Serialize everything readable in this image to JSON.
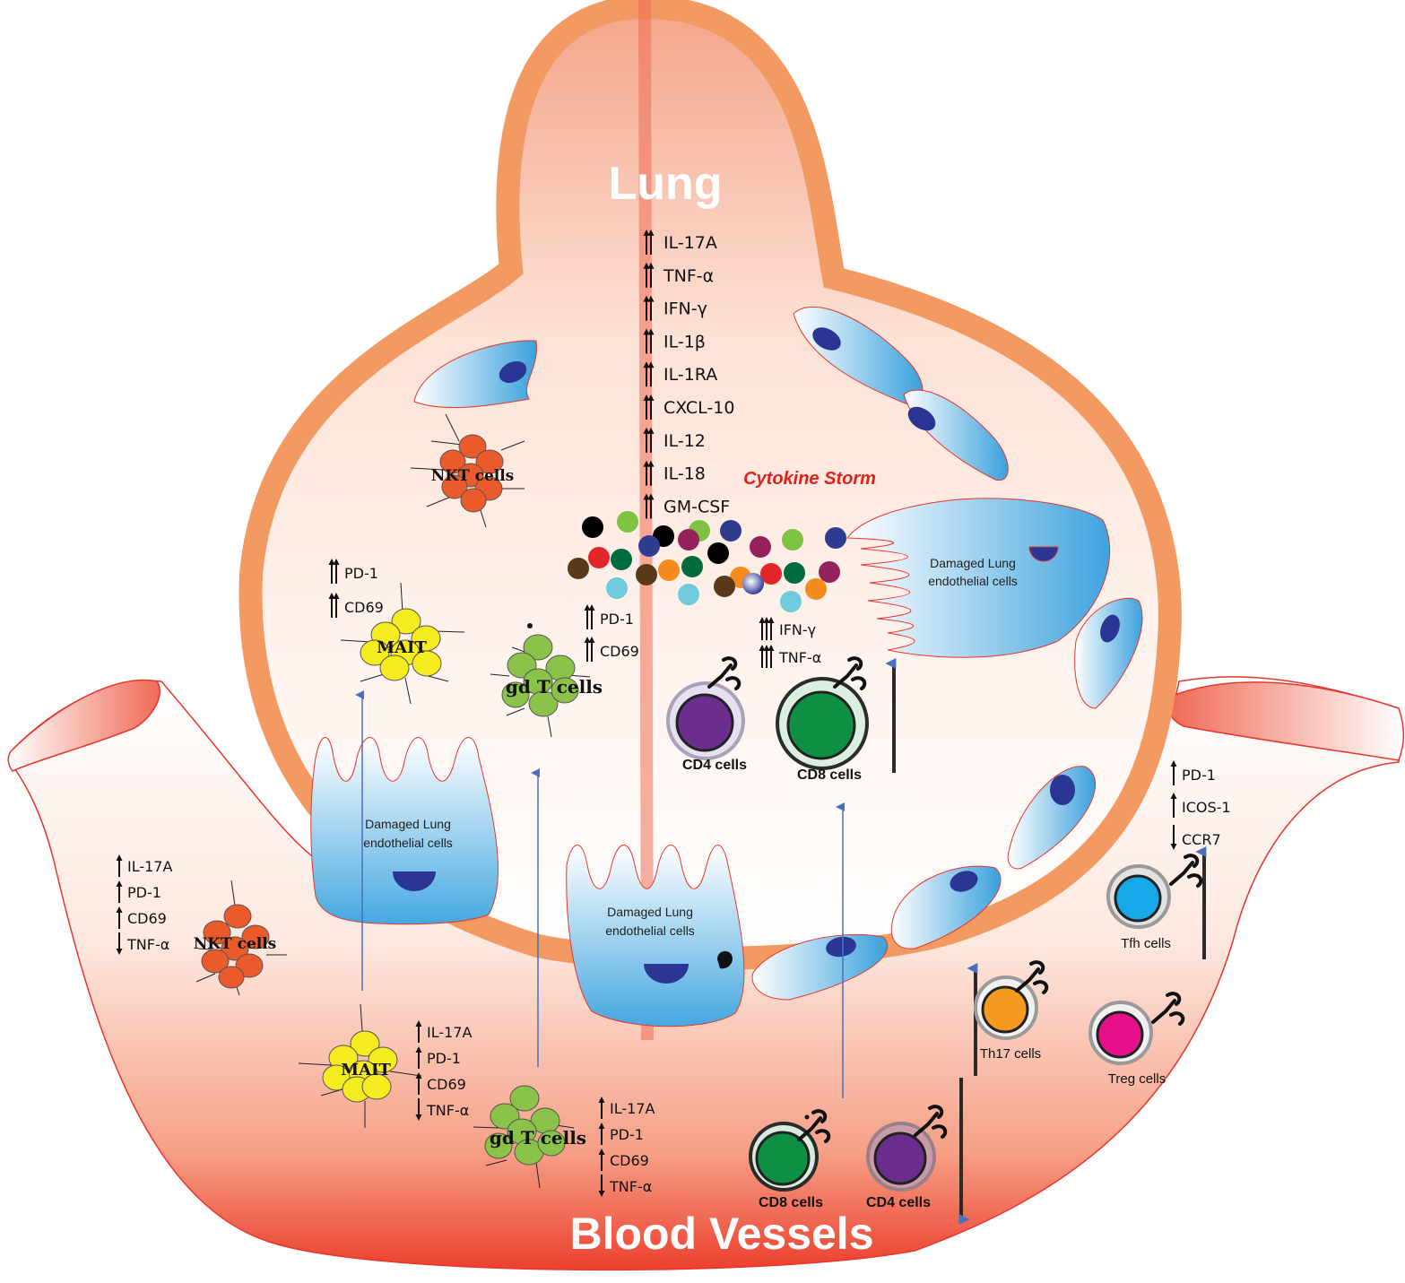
{
  "regions": {
    "lung": "Lung",
    "blood_vessels": "Blood Vessels"
  },
  "cytokine_storm": {
    "label": "Cytokine Storm",
    "cytokines": [
      "IL-17A",
      "TNF-α",
      "IFN-γ",
      "IL-1β",
      "IL-1RA",
      "CXCL-10",
      "IL-12",
      "IL-18",
      "GM-CSF"
    ],
    "cytokine_changes": [
      "up-up",
      "up-up",
      "up-up",
      "up-up",
      "up-up",
      "up-up",
      "up-up",
      "up-up",
      "up-up"
    ],
    "particle_colors": [
      "#000000",
      "#7dc242",
      "#2e3d8f",
      "#e3262a",
      "#006b3c",
      "#5b3a1a",
      "#f28c1f",
      "#6fcbdc",
      "#95215d"
    ]
  },
  "damaged_cells": {
    "label_line1": "Damaged Lung",
    "label_line2": "endothelial cells"
  },
  "lung_cells": {
    "nkt": "NKT cells",
    "mait": "MAIT",
    "mait_markers": [
      {
        "label": "PD-1",
        "change": "up-up"
      },
      {
        "label": "CD69",
        "change": "up-up"
      }
    ],
    "gdt": "gd T cells",
    "gdt_markers": [
      {
        "label": "PD-1",
        "change": "up-up"
      },
      {
        "label": "CD69",
        "change": "up-up"
      }
    ],
    "cd4": "CD4 cells",
    "cd8": "CD8 cells",
    "cd8_markers": [
      {
        "label": "IFN-γ",
        "change": "up-up-up"
      },
      {
        "label": "TNF-α",
        "change": "up-up-up"
      }
    ]
  },
  "blood_cells": {
    "nkt": "NKT cells",
    "nkt_markers": [
      {
        "label": "IL-17A",
        "change": "up"
      },
      {
        "label": "PD-1",
        "change": "up"
      },
      {
        "label": "CD69",
        "change": "up"
      },
      {
        "label": "TNF-α",
        "change": "down"
      }
    ],
    "mait": "MAIT",
    "mait_markers": [
      {
        "label": "IL-17A",
        "change": "up"
      },
      {
        "label": "PD-1",
        "change": "up"
      },
      {
        "label": "CD69",
        "change": "up"
      },
      {
        "label": "TNF-α",
        "change": "down"
      }
    ],
    "gdt": "gd T cells",
    "gdt_markers": [
      {
        "label": "IL-17A",
        "change": "up"
      },
      {
        "label": "PD-1",
        "change": "up"
      },
      {
        "label": "CD69",
        "change": "up"
      },
      {
        "label": "TNF-α",
        "change": "down"
      }
    ],
    "cd8": "CD8 cells",
    "cd4": "CD4 cells",
    "th17": "Th17 cells",
    "treg": "Treg cells",
    "tfh": "Tfh cells",
    "tfh_markers": [
      {
        "label": "PD-1",
        "change": "up"
      },
      {
        "label": "ICOS-1",
        "change": "up"
      },
      {
        "label": "CCR7",
        "change": "down"
      }
    ]
  },
  "colors": {
    "lung_wall": "#f39a63",
    "vessel_outline": "#e8352b",
    "nkt": "#ea5a2a",
    "mait": "#f5ec1f",
    "gdt": "#8bc34a",
    "cd4_nucleus": "#6b2d8e",
    "cd8_nucleus": "#0e9044",
    "th17_nucleus": "#f39a1f",
    "treg_nucleus": "#e6118a",
    "tfh_nucleus": "#16a9e8",
    "migration_arrow": "#4a6fbf"
  }
}
